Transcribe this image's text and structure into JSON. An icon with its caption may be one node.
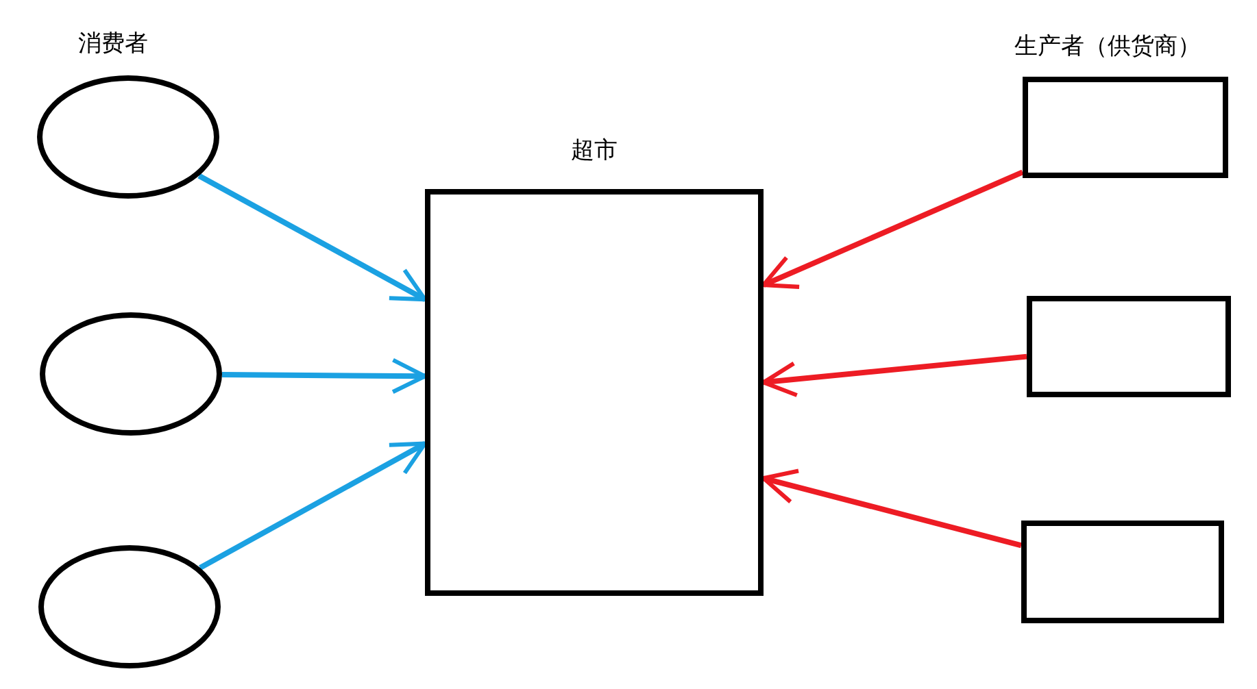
{
  "diagram": {
    "nodes": [
      {
        "text": [],
        "shape": "ellipse"
      },
      {
        "text": [],
        "shape": "ellipse"
      },
      {
        "text": [],
        "shape": "ellipse"
      },
      {
        "text": [
          "超市"
        ]
      },
      {
        "text": [],
        "shape": "box"
      },
      {
        "text": [],
        "shape": "box"
      },
      {
        "text": [],
        "shape": "box"
      }
    ],
    "edges": [
      {
        "from": 0,
        "to": 3,
        "arrow": "to",
        "color": "#1ba1e2"
      },
      {
        "from": 1,
        "to": 3,
        "arrow": "to",
        "color": "#1ba1e2"
      },
      {
        "from": 2,
        "to": 3,
        "arrow": "to",
        "color": "#1ba1e2"
      },
      {
        "from": 4,
        "to": 3,
        "arrow": "to",
        "color": "#ed1c24"
      },
      {
        "from": 5,
        "to": 3,
        "arrow": "to",
        "color": "#ed1c24"
      },
      {
        "from": 6,
        "to": 3,
        "arrow": "to",
        "color": "#ed1c24"
      }
    ],
    "labels": [
      "消费者",
      "生产者（供货商）"
    ]
  }
}
